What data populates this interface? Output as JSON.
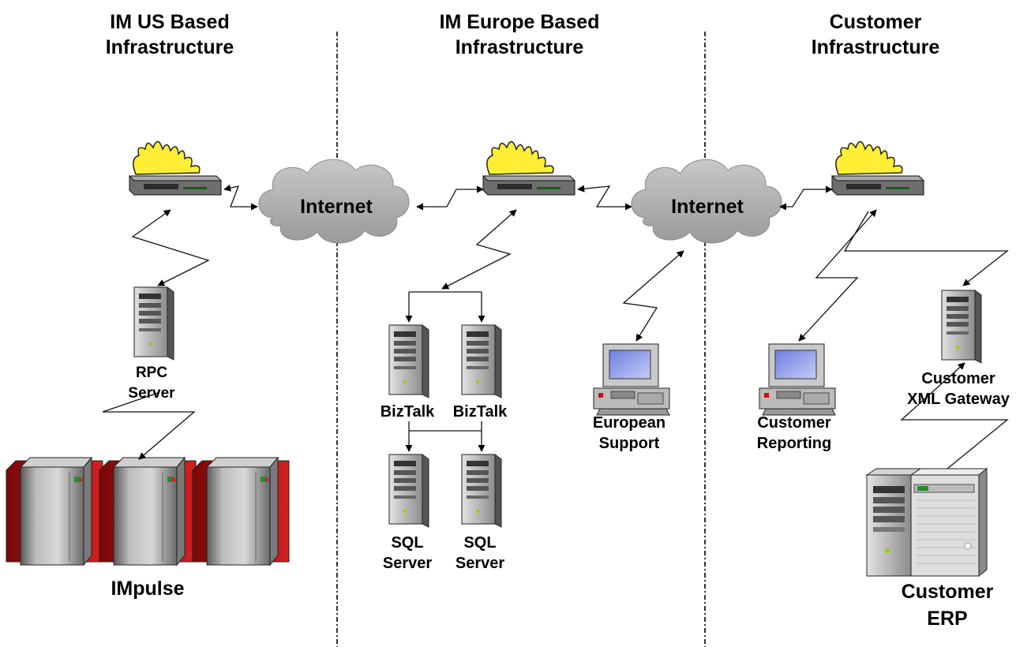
{
  "sections": [
    {
      "line1": "IM US Based",
      "line2": "Infrastructure"
    },
    {
      "line1": "IM Europe Based",
      "line2": "Infrastructure"
    },
    {
      "line1": "Customer",
      "line2": "Infrastructure"
    }
  ],
  "clouds": {
    "internet_left": "Internet",
    "internet_right": "Internet"
  },
  "nodes": {
    "rpc_server": {
      "line1": "RPC",
      "line2": "Server"
    },
    "impulse": {
      "line1": "IMpulse"
    },
    "biztalk_1": {
      "line1": "BizTalk"
    },
    "biztalk_2": {
      "line1": "BizTalk"
    },
    "sql_1": {
      "line1": "SQL",
      "line2": "Server"
    },
    "sql_2": {
      "line1": "SQL",
      "line2": "Server"
    },
    "european_support": {
      "line1": "European",
      "line2": "Support"
    },
    "customer_reporting": {
      "line1": "Customer",
      "line2": "Reporting"
    },
    "customer_xml_gateway": {
      "line1": "Customer",
      "line2": "XML Gateway"
    },
    "customer_erp": {
      "line1": "Customer",
      "line2": "ERP"
    }
  },
  "icons": {
    "firewall": "firewall-icon",
    "cloud": "internet-cloud-icon",
    "tower_server": "tower-server-icon",
    "mainframe": "mainframe-icon",
    "workstation": "workstation-icon",
    "erp_server": "erp-server-icon"
  },
  "colors": {
    "flame": "#ffee33",
    "cloud": "#b4b4b4",
    "mainframe_red": "#c01010",
    "screen": "#8fa0e8"
  }
}
